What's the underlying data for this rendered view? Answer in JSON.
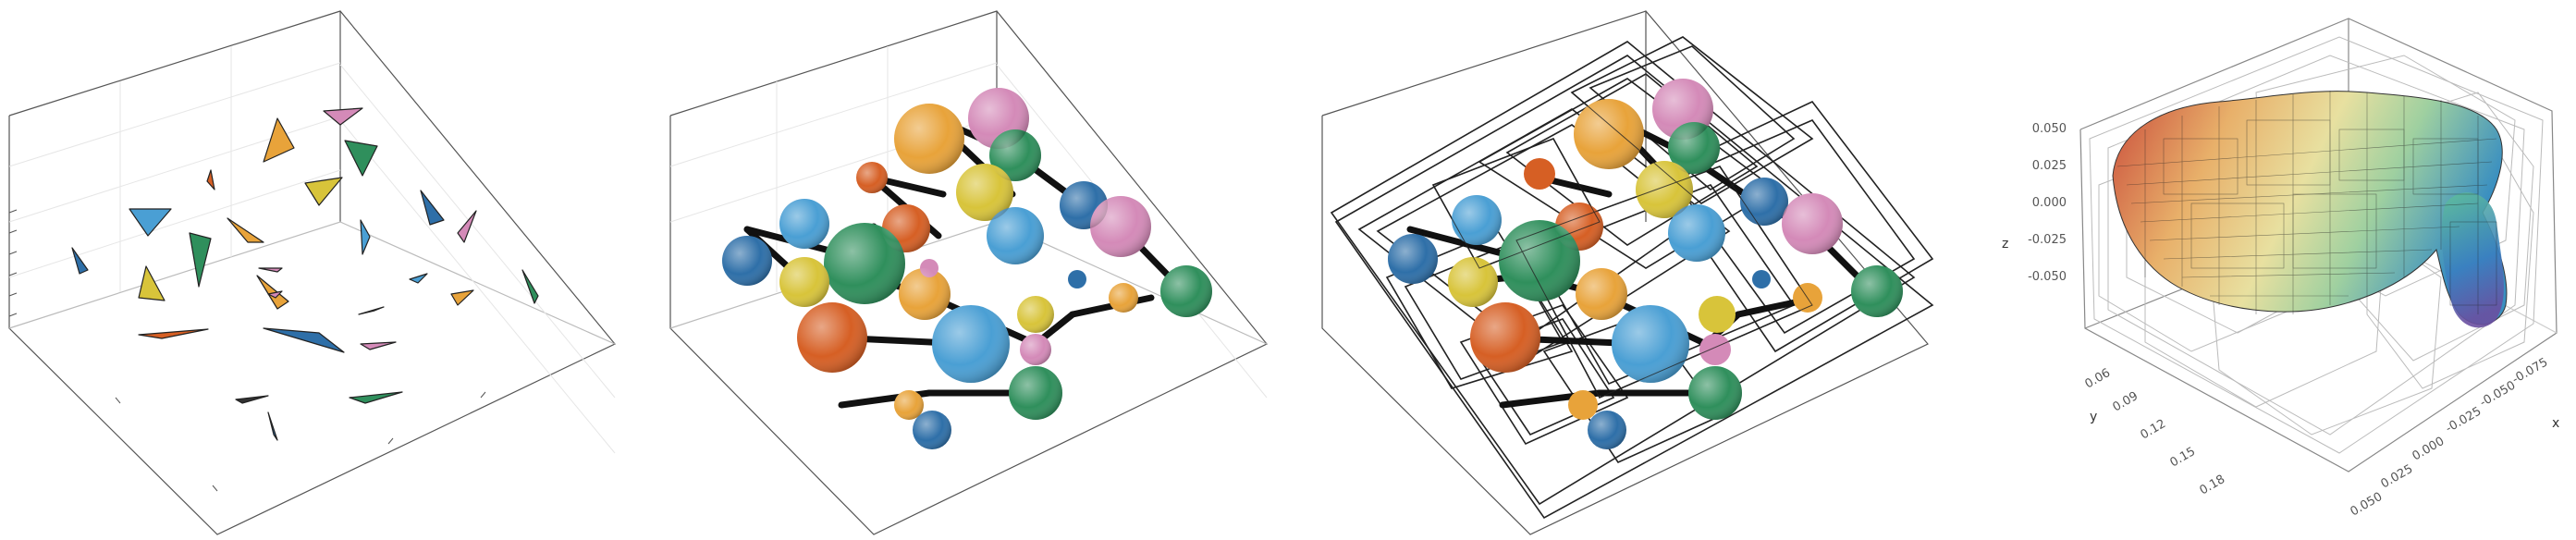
{
  "panels": [
    {
      "id": "triangles",
      "content": "random triangles"
    },
    {
      "id": "spheres",
      "content": "spheres connected by segments"
    },
    {
      "id": "spheres-bvh",
      "content": "spheres with bounding boxes"
    },
    {
      "id": "surface-bvh",
      "content": "dense surface with bounding boxes"
    }
  ],
  "palette": [
    "#2e6fa8",
    "#4a9fd4",
    "#e8a33a",
    "#d8c43a",
    "#2f8f5c",
    "#d65f24",
    "#d48ab8"
  ],
  "axes4": {
    "z_label": "z",
    "y_label": "y",
    "x_label": "x",
    "z_ticks": [
      "0.050",
      "0.025",
      "0.000",
      "-0.025",
      "-0.050"
    ],
    "y_ticks": [
      "0.06",
      "0.09",
      "0.12",
      "0.15",
      "0.18"
    ],
    "x_ticks": [
      "-0.075",
      "-0.050",
      "-0.025",
      "0.000",
      "0.025",
      "0.050"
    ]
  }
}
